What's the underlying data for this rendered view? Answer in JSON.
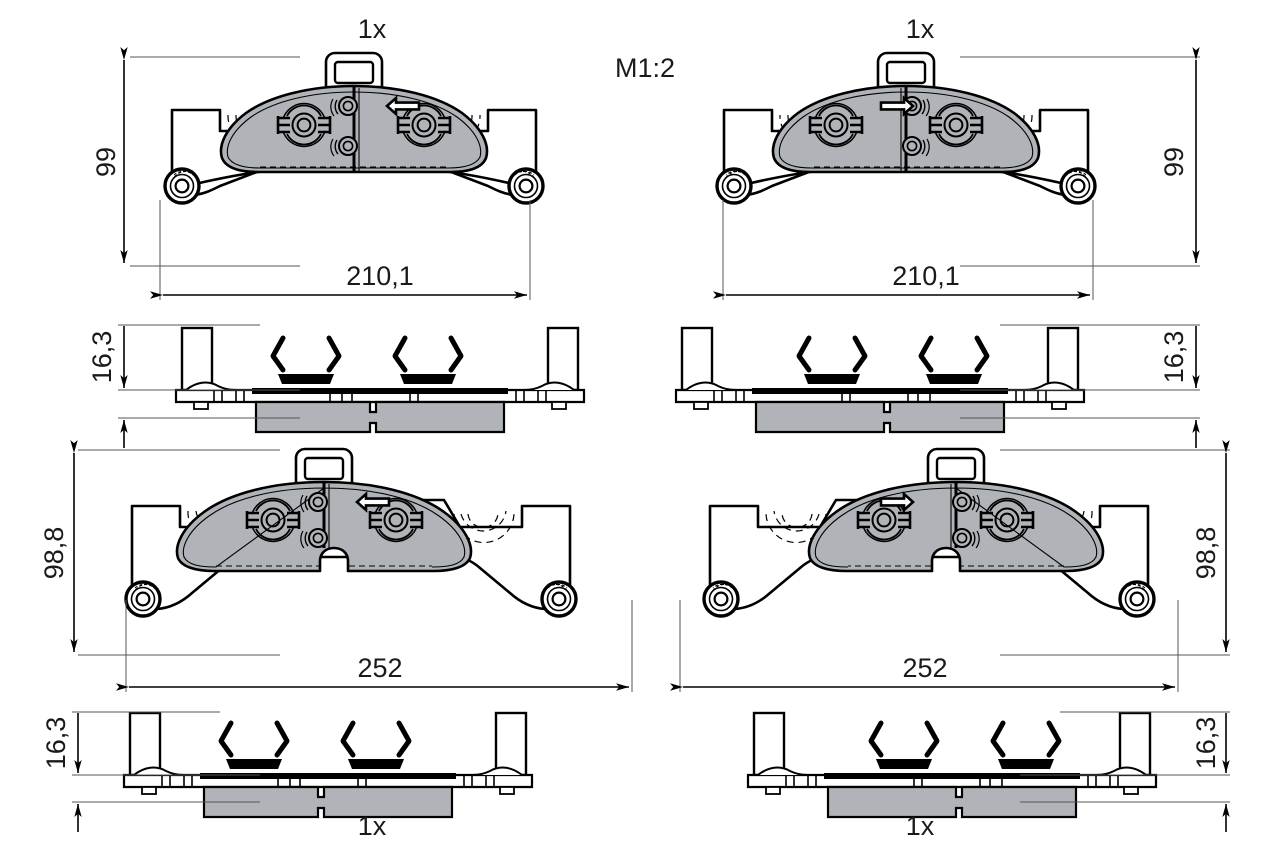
{
  "drawing": {
    "type": "technical-drawing",
    "subject": "brake-pad-set",
    "scale_label": "M1:2",
    "background_color": "#ffffff",
    "line_color": "#000000",
    "friction_material_color": "#b0b4b8",
    "text_color": "#1a1a1a"
  },
  "pads": [
    {
      "id": "front-left-upper",
      "position": "top-left",
      "quantity_label": "1x",
      "quantity_position": "top",
      "height_label": "99",
      "height_label_side": "left",
      "width_label": "210,1",
      "thickness_label": "16,3",
      "thickness_label_side": "left",
      "arrow_direction": "left",
      "notch_bottom_center": false,
      "pin_holes": 2,
      "damper_marks": 2,
      "small_rivets": 2,
      "spring_clips": 2
    },
    {
      "id": "front-right-upper",
      "position": "top-right",
      "quantity_label": "1x",
      "quantity_position": "top",
      "height_label": "99",
      "height_label_side": "right",
      "width_label": "210,1",
      "thickness_label": "16,3",
      "thickness_label_side": "right",
      "arrow_direction": "right",
      "notch_bottom_center": false,
      "pin_holes": 2,
      "damper_marks": 2,
      "small_rivets": 2,
      "spring_clips": 2
    },
    {
      "id": "front-left-lower",
      "position": "bottom-left",
      "quantity_label": "1x",
      "quantity_position": "bottom",
      "height_label": "98,8",
      "height_label_side": "left",
      "width_label": "252",
      "thickness_label": "16,3",
      "thickness_label_side": "left",
      "arrow_direction": "left",
      "notch_bottom_center": true,
      "pin_holes": 2,
      "damper_marks": 2,
      "small_rivets": 2,
      "spring_clips": 2
    },
    {
      "id": "front-right-lower",
      "position": "bottom-right",
      "quantity_label": "1x",
      "quantity_position": "bottom",
      "height_label": "98,8",
      "height_label_side": "right",
      "width_label": "252",
      "thickness_label": "16,3",
      "thickness_label_side": "right",
      "arrow_direction": "right",
      "notch_bottom_center": true,
      "pin_holes": 2,
      "damper_marks": 2,
      "small_rivets": 2,
      "spring_clips": 2
    }
  ],
  "labels": {
    "scale": "M1:2",
    "qty_top_left": "1x",
    "qty_top_right": "1x",
    "qty_bottom_left": "1x",
    "qty_bottom_right": "1x",
    "height_top_left": "99",
    "height_top_right": "99",
    "width_top_left": "210,1",
    "width_top_right": "210,1",
    "thickness_top_left": "16,3",
    "thickness_top_right": "16,3",
    "height_bottom_left": "98,8",
    "height_bottom_right": "98,8",
    "width_bottom_left": "252",
    "width_bottom_right": "252",
    "thickness_bottom_left": "16,3",
    "thickness_bottom_right": "16,3"
  }
}
